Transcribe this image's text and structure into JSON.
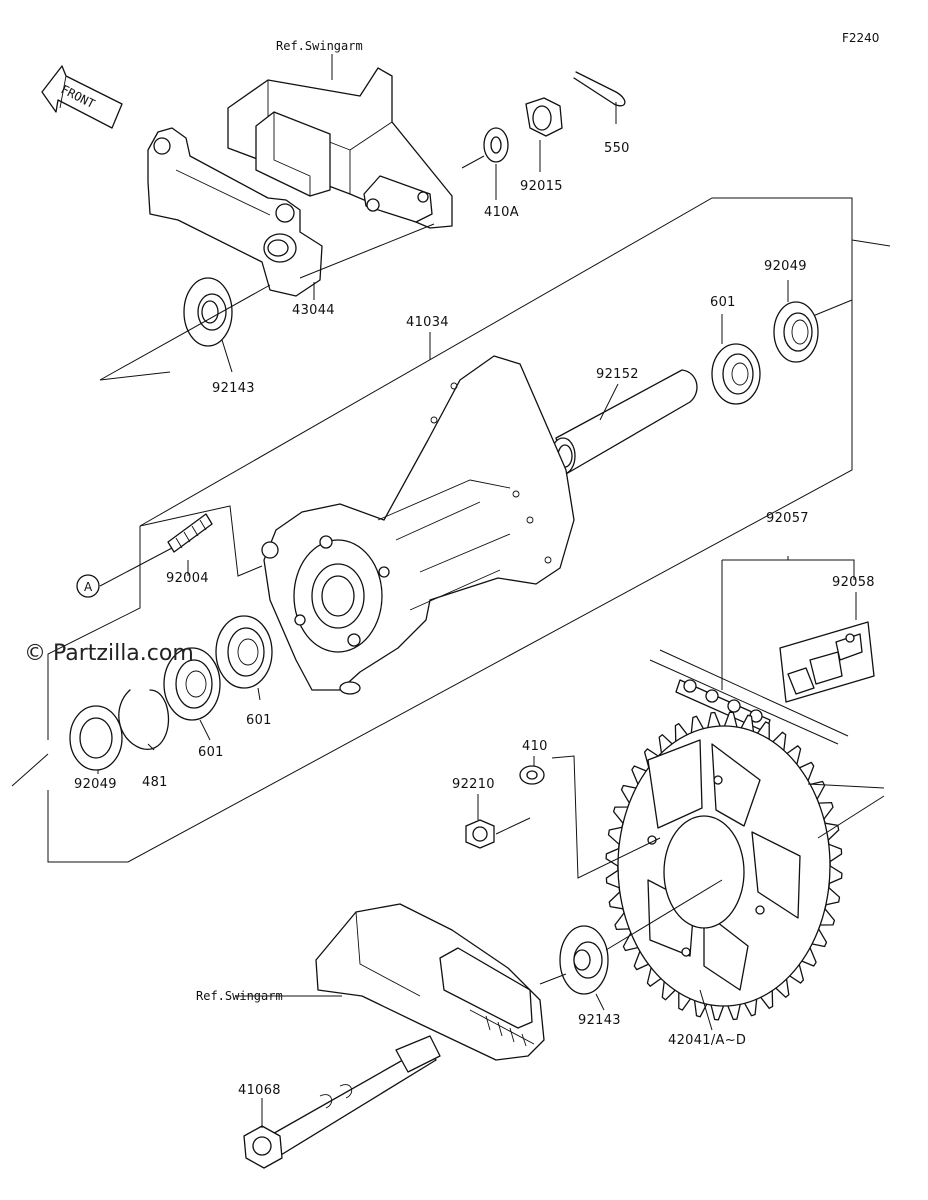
{
  "diagram_code": "F2240",
  "front_arrow_label": "FRONT",
  "watermark": "© Partzilla.com",
  "ref_swingarm_top": "Ref.Swingarm",
  "ref_swingarm_bottom": "Ref.Swingarm",
  "callout_letter": "A",
  "parts": {
    "p550": "550",
    "p92015": "92015",
    "p410A": "410A",
    "p43044": "43044",
    "p92143_top": "92143",
    "p41034": "41034",
    "p92049_top": "92049",
    "p601_top": "601",
    "p92152": "92152",
    "p92004": "92004",
    "p601_mid": "601",
    "p601_low": "601",
    "p481": "481",
    "p92049_bottom": "92049",
    "p92057": "92057",
    "p92058": "92058",
    "p410": "410",
    "p92210": "92210",
    "p92143_bottom": "92143",
    "p42041": "42041/A~D",
    "p41068": "41068"
  }
}
